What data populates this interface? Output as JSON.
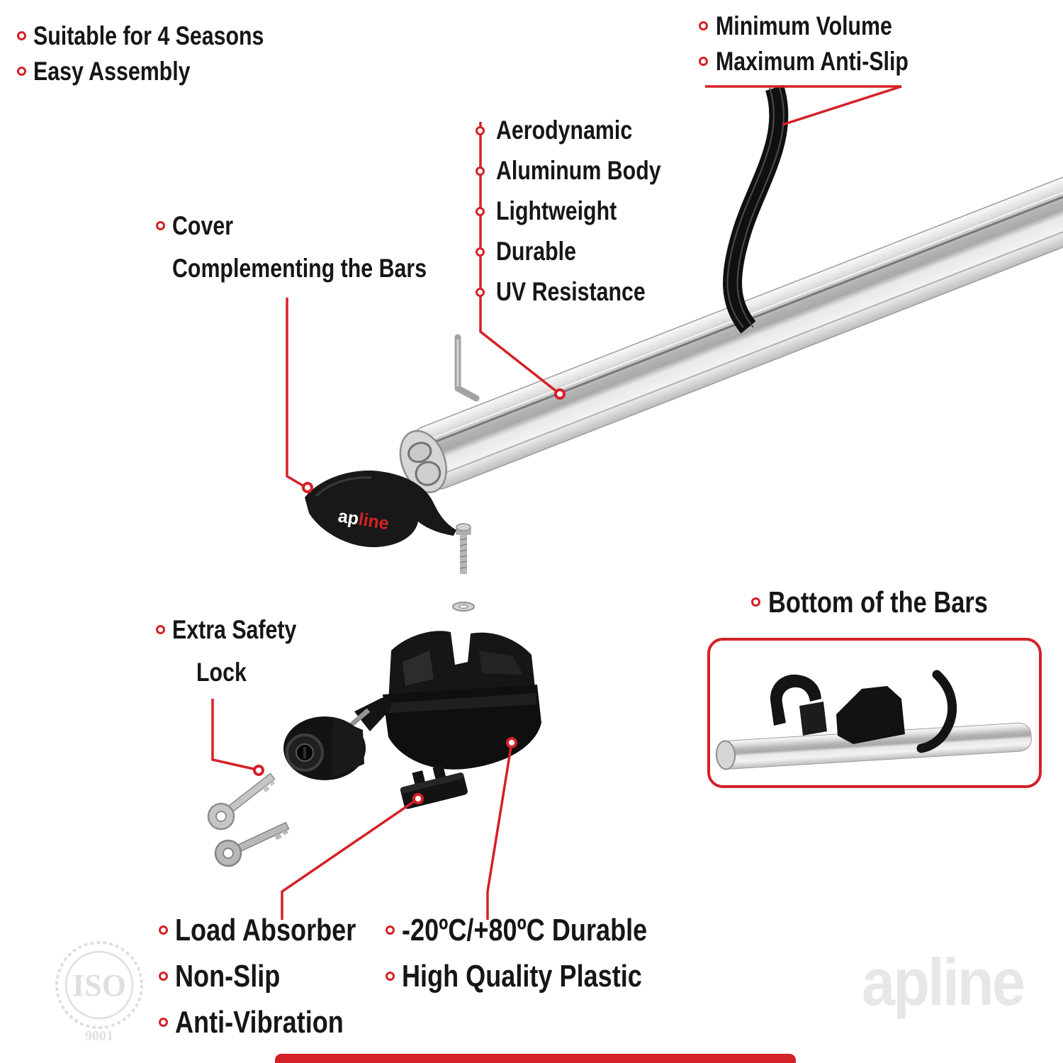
{
  "accent_color": "#d42127",
  "top_left": {
    "items": [
      "Suitable for 4 Seasons",
      "Easy Assembly"
    ]
  },
  "top_right": {
    "items": [
      "Minimum Volume",
      "Maximum Anti-Slip"
    ]
  },
  "bar_features": {
    "items": [
      "Aerodynamic",
      "Aluminum Body",
      "Lightweight",
      "Durable",
      "UV Resistance"
    ]
  },
  "cover_label": {
    "line1": "Cover",
    "line2": "Complementing the Bars"
  },
  "lock_label": {
    "line1": "Extra Safety",
    "line2": "Lock"
  },
  "bottom_bars": {
    "label": "Bottom of the Bars"
  },
  "bottom_left": {
    "items": [
      "Load Absorber",
      "Non-Slip",
      "Anti-Vibration"
    ]
  },
  "bottom_mid": {
    "items": [
      "-20ºC/+80ºC Durable",
      "High Quality Plastic"
    ]
  },
  "brand_logo": {
    "ap": "ap",
    "line": "line"
  },
  "watermarks": {
    "iso": "ISO",
    "iso_number": "9001",
    "brand": "apline"
  }
}
